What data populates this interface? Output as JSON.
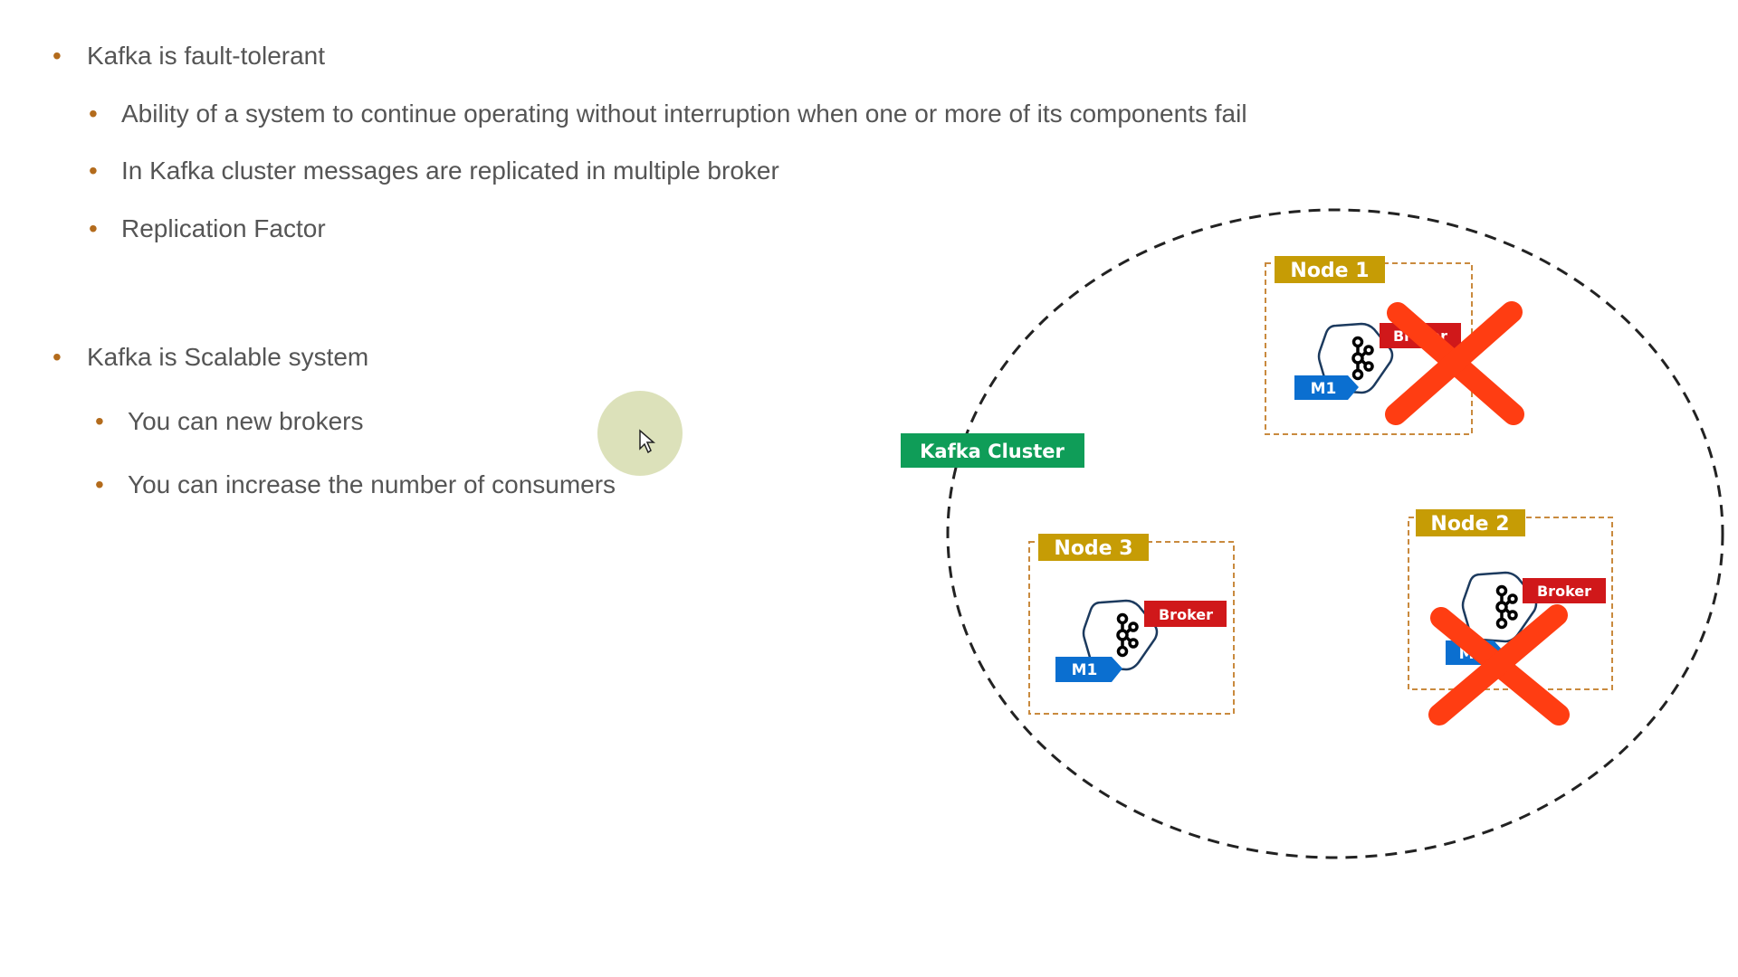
{
  "slide": {
    "sections": [
      {
        "heading": "Kafka is fault-tolerant",
        "items": [
          "Ability of a system to continue operating without interruption when one or more of its components fail",
          "In Kafka cluster messages are replicated in multiple broker",
          "Replication Factor"
        ]
      },
      {
        "heading": "Kafka is Scalable system",
        "items": [
          "You can new brokers",
          "You can increase the number of consumers"
        ]
      }
    ],
    "bullet_glyph": "•"
  },
  "diagram": {
    "cluster_label": "Kafka Cluster",
    "nodes": [
      {
        "title": "Node 1",
        "broker_label": "Broker",
        "message_label": "M1",
        "failed": true
      },
      {
        "title": "Node 2",
        "broker_label": "Broker",
        "message_label": "M1",
        "failed": true
      },
      {
        "title": "Node 3",
        "broker_label": "Broker",
        "message_label": "M1",
        "failed": false
      }
    ],
    "colors": {
      "cluster_label_bg": "#0f9d58",
      "node_title_bg": "#c69c05",
      "node_border": "#c98a3e",
      "broker_bg": "#d0181a",
      "message_bg": "#0b6fd0",
      "failure_mark": "#ff3d12",
      "bullet": "#b36b1c",
      "text": "#555555"
    }
  },
  "cursor": {
    "highlight_color": "#d8deb2"
  }
}
